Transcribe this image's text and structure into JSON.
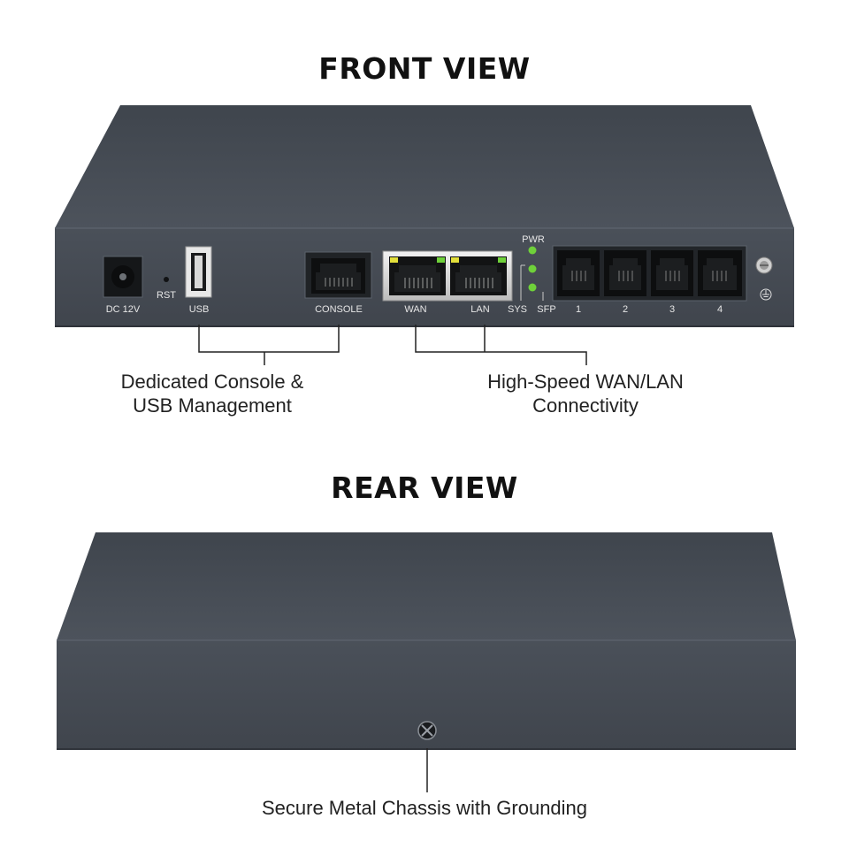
{
  "front_view": {
    "title": "FRONT VIEW",
    "ports": {
      "dc": "DC 12V",
      "rst": "RST",
      "usb": "USB",
      "console": "CONSOLE",
      "wan": "WAN",
      "lan": "LAN",
      "sys": "SYS",
      "sfp": "SFP",
      "pwr": "PWR",
      "phone_ports": [
        "1",
        "2",
        "3",
        "4"
      ]
    },
    "callouts": {
      "management": [
        "Dedicated Console &",
        "USB Management"
      ],
      "connectivity": [
        "High-Speed WAN/LAN",
        "Connectivity"
      ]
    }
  },
  "rear_view": {
    "title": "REAR VIEW",
    "callout": "Secure Metal Chassis with Grounding"
  },
  "colors": {
    "chassis": "#4a5059",
    "led_green": "#6fd13a",
    "led_yellow": "#e3df3a"
  }
}
